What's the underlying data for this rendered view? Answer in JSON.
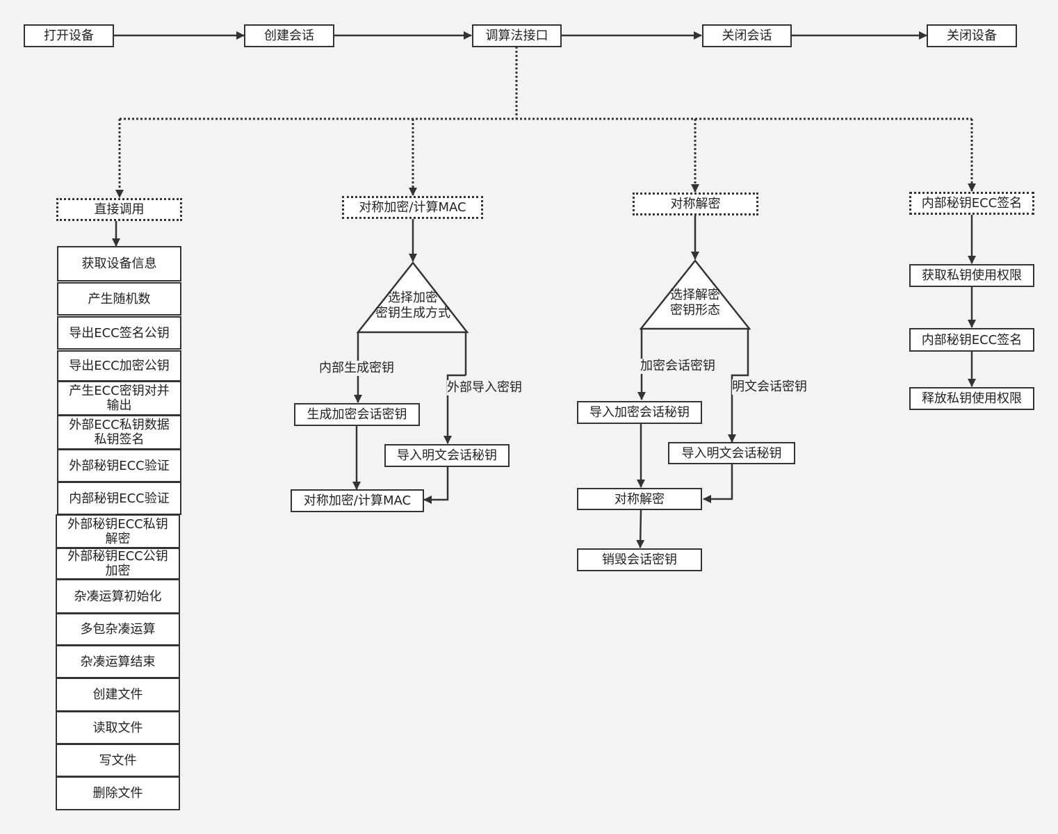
{
  "colors": {
    "stroke": "#333333",
    "background": "#f3f3f3",
    "box_fill": "#ffffff"
  },
  "top_flow": [
    "打开设备",
    "创建会话",
    "调算法接口",
    "关闭会话",
    "关闭设备"
  ],
  "branch_direct": {
    "title": "直接调用",
    "items": [
      "获取设备信息",
      "产生随机数",
      "导出ECC签名公钥",
      "导出ECC加密公钥",
      "产生ECC密钥对并\n输出",
      "外部ECC私钥数据\n私钥签名",
      "外部秘钥ECC验证",
      "内部秘钥ECC验证",
      "外部秘钥ECC私钥\n解密",
      "外部秘钥ECC公钥\n加密",
      "杂凑运算初始化",
      "多包杂凑运算",
      "杂凑运算结束",
      "创建文件",
      "读取文件",
      "写文件",
      "删除文件"
    ]
  },
  "branch_encrypt": {
    "title": "对称加密/计算MAC",
    "decision": "选择加密\n密钥生成方式",
    "left_label": "内部生成密钥",
    "right_label": "外部导入密钥",
    "left_step": "生成加密会话密钥",
    "right_step": "导入明文会话秘钥",
    "final_step": "对称加密/计算MAC"
  },
  "branch_decrypt": {
    "title": "对称解密",
    "decision": "选择解密\n密钥形态",
    "left_label": "加密会话密钥",
    "right_label": "明文会话密钥",
    "left_step": "导入加密会话秘钥",
    "right_step": "导入明文会话秘钥",
    "merge_step": "对称解密",
    "final_step": "销毁会话密钥"
  },
  "branch_sign": {
    "title": "内部秘钥ECC签名",
    "steps": [
      "获取私钥使用权限",
      "内部秘钥ECC签名",
      "释放私钥使用权限"
    ]
  }
}
